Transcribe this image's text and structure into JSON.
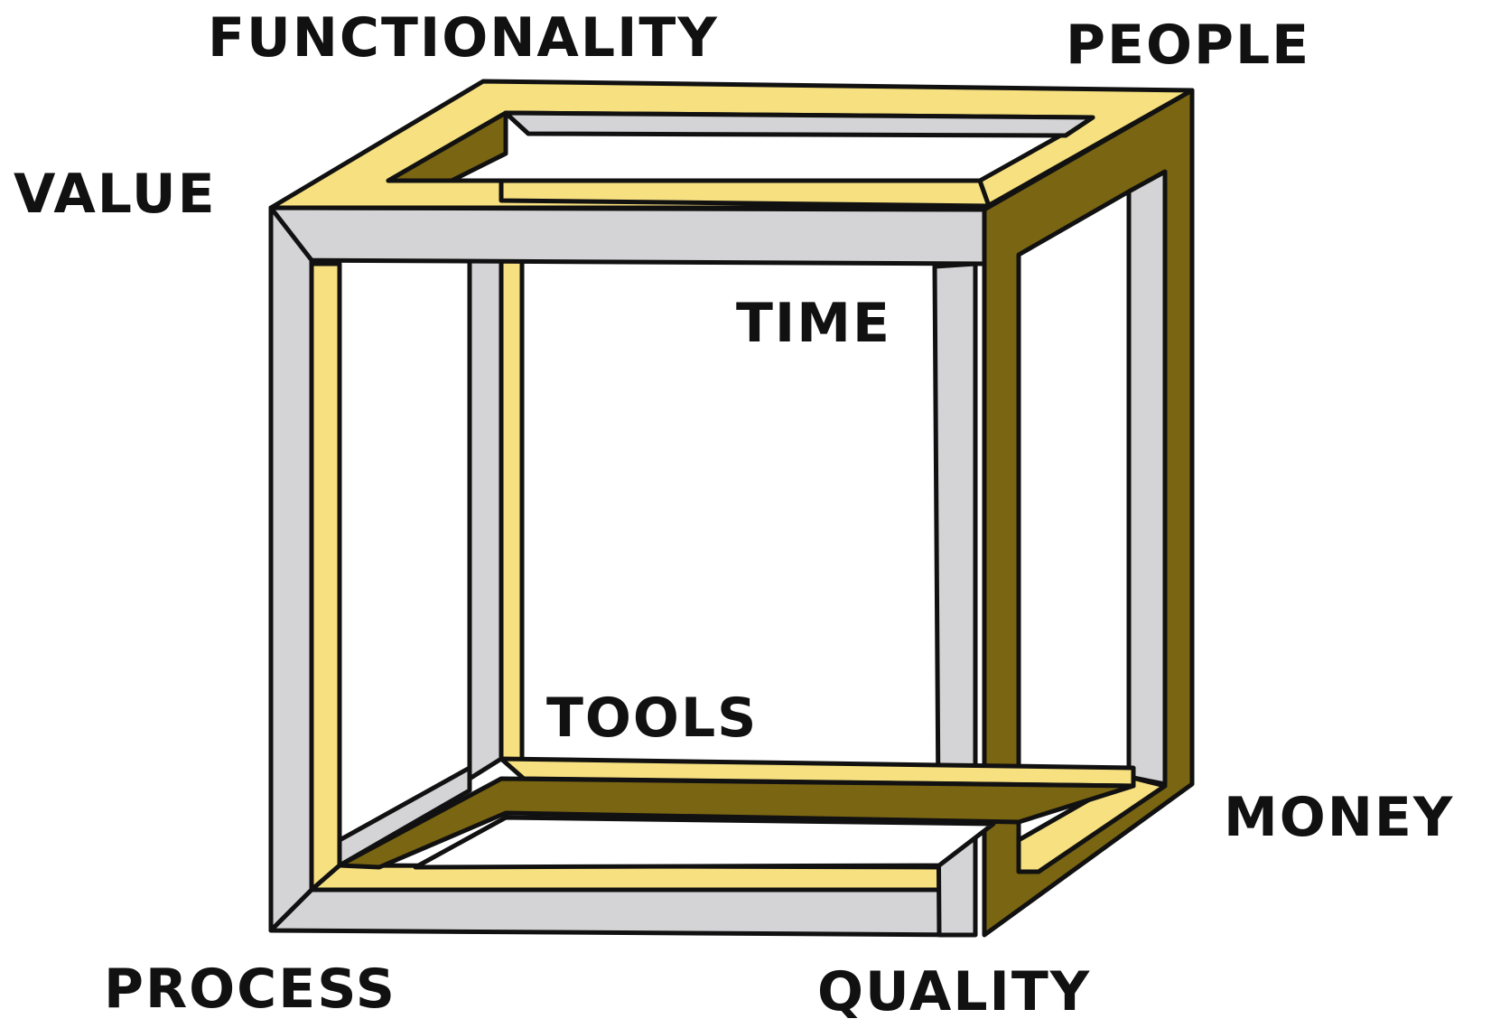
{
  "labels": {
    "functionality": "FUNCTIONALITY",
    "people": "PEOPLE",
    "value": "VALUE",
    "time": "TIME",
    "tools": "TOOLS",
    "money": "MONEY",
    "process": "PROCESS",
    "quality": "QUALITY"
  },
  "colors": {
    "top_face": "#f7e07f",
    "front_face": "#d4d4d6",
    "side_face": "#7a6512",
    "outline": "#111111",
    "background": "#ffffff"
  }
}
